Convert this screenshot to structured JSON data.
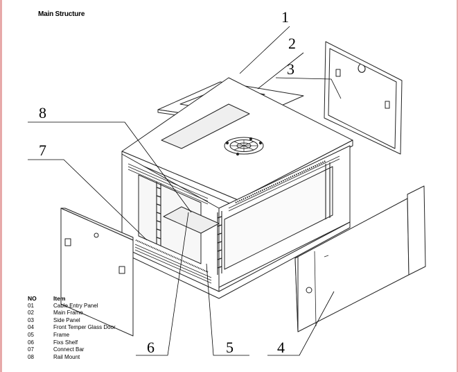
{
  "diagram": {
    "title": "Main Structure",
    "legend": {
      "header": {
        "no": "NO",
        "item": "Item"
      },
      "rows": [
        {
          "no": "01",
          "item": "Cable Entry Panel"
        },
        {
          "no": "02",
          "item": "Main Frame"
        },
        {
          "no": "03",
          "item": "Side Panel"
        },
        {
          "no": "04",
          "item": "Front Temper Glass Door"
        },
        {
          "no": "05",
          "item": "Frame"
        },
        {
          "no": "06",
          "item": "Fixs Shelf"
        },
        {
          "no": "07",
          "item": "Connect Bar"
        },
        {
          "no": "08",
          "item": "Rail Mount"
        }
      ]
    },
    "callouts": [
      "1",
      "2",
      "3",
      "4",
      "5",
      "6",
      "7",
      "8"
    ]
  }
}
